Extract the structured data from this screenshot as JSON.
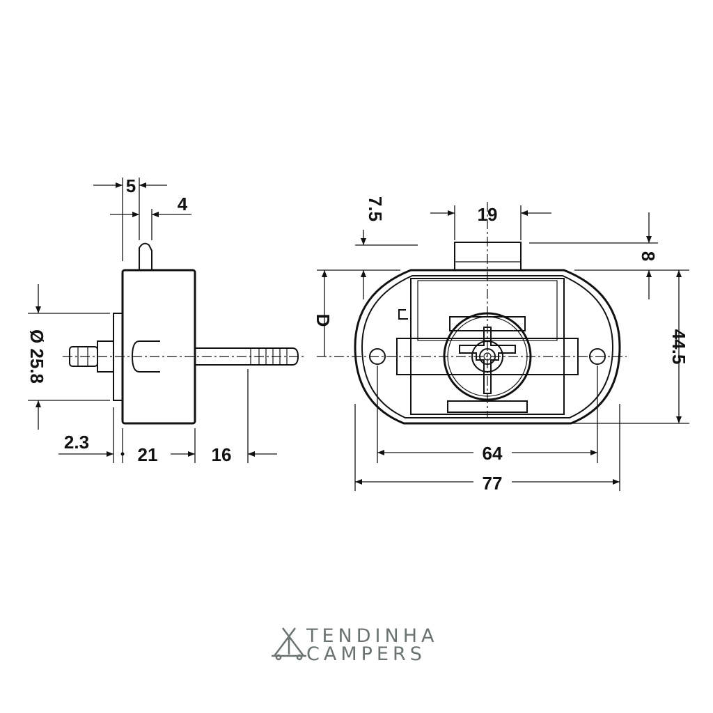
{
  "drawing": {
    "side_view": {
      "dim_top_width": "5",
      "dim_pin_width": "4",
      "dim_diameter": "Ø 25.8",
      "dim_flange": "2.3",
      "dim_body_depth": "21",
      "dim_shaft": "16"
    },
    "front_view": {
      "dim_offset": "7.5",
      "dim_knob_width": "19",
      "dim_knob_height": "8",
      "dim_d": "D",
      "dim_height": "44.5",
      "dim_hole_spacing": "64",
      "dim_total_width": "77"
    }
  },
  "logo": {
    "line1": "TENDINHA",
    "line2": "CAMPERS",
    "color": "#6b7370"
  }
}
